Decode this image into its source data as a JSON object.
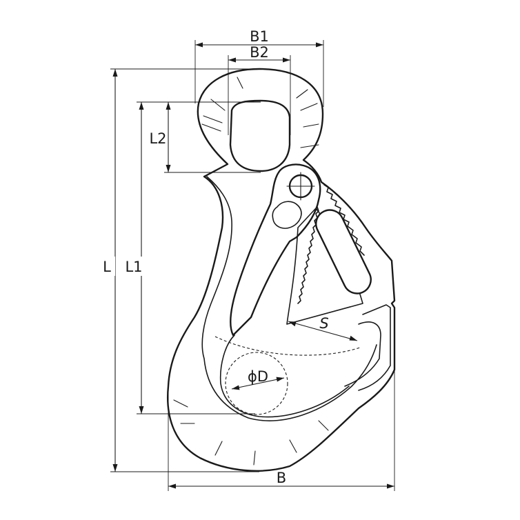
{
  "dimensions": {
    "B1": "B1",
    "B2": "B2",
    "L2": "L2",
    "L1": "L1",
    "L": "L",
    "S": "S",
    "D": "ϕD",
    "B": "B"
  },
  "colors": {
    "line": "#1a1a1a",
    "background": "#ffffff"
  }
}
